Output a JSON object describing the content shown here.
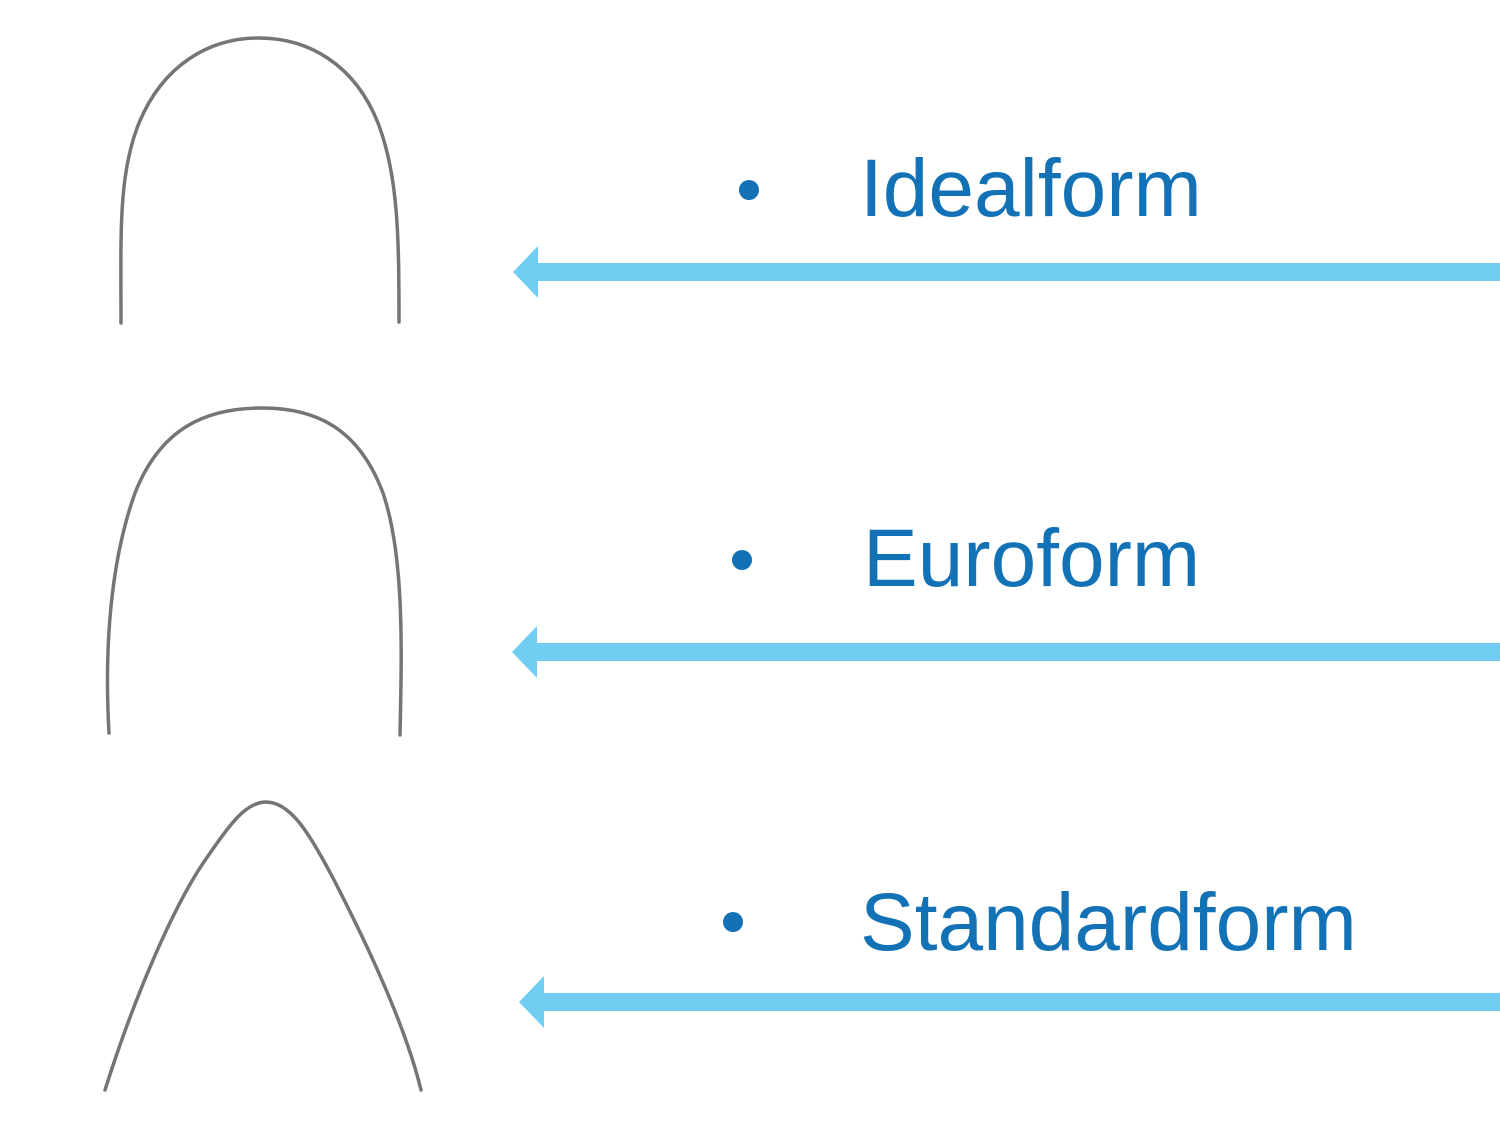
{
  "slide": {
    "type": "presentation-slide",
    "background": "#ffffff",
    "items": [
      {
        "label": "Idealform",
        "shape": "ideal-archwire",
        "arrow_direction": "left"
      },
      {
        "label": "Euroform",
        "shape": "euro-archwire",
        "arrow_direction": "left"
      },
      {
        "label": "Standardform",
        "shape": "standard-archwire",
        "arrow_direction": "left"
      }
    ],
    "colors": {
      "label_text": "#1272b5",
      "bullet": "#1272b5",
      "arrow": "#71cef2",
      "wire": "#757575"
    }
  }
}
